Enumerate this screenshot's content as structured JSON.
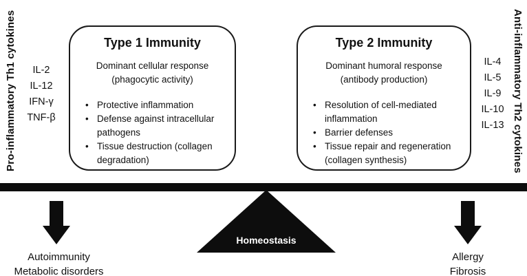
{
  "colors": {
    "ink": "#111111",
    "background": "#ffffff",
    "fulcrum_text": "#ffffff"
  },
  "left_side": {
    "vertical_label": "Pro-inflammatory Th1 cytokines",
    "cytokines": [
      "IL-2",
      "IL-12",
      "IFN-γ",
      "TNF-β"
    ],
    "outcomes": [
      "Autoimmunity",
      "Metabolic disorders"
    ]
  },
  "right_side": {
    "vertical_label": "Anti-inflammatory Th2 cytokines",
    "cytokines": [
      "IL-4",
      "IL-5",
      "IL-9",
      "IL-10",
      "IL-13"
    ],
    "outcomes": [
      "Allergy",
      "Fibrosis"
    ]
  },
  "type1": {
    "title": "Type 1 Immunity",
    "subtitle_lines": [
      "Dominant cellular response",
      "(phagocytic activity)"
    ],
    "bullets": [
      "Protective inflammation",
      "Defense against intracellular pathogens",
      "Tissue destruction (collagen degradation)"
    ]
  },
  "type2": {
    "title": "Type 2 Immunity",
    "subtitle_lines": [
      "Dominant humoral response",
      "(antibody production)"
    ],
    "bullets": [
      "Resolution of cell-mediated inflammation",
      "Barrier defenses",
      "Tissue repair and regeneration (collagen synthesis)"
    ]
  },
  "fulcrum": {
    "label": "Homeostasis"
  }
}
